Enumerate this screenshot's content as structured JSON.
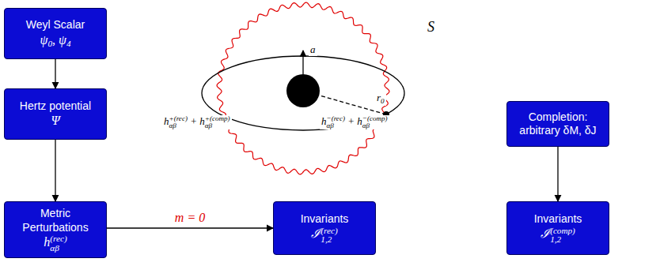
{
  "diagram": {
    "nodes": [
      {
        "text": [
          "Weyl Scalar",
          "ψ0, ψ4"
        ]
      },
      {
        "text": [
          "Hertz potential",
          "Ψ"
        ]
      },
      {
        "text": [
          "Metric Perturbations",
          "h(rec)αβ"
        ]
      },
      {
        "text": [
          "Invariants",
          "ℐ(rec)1,2"
        ]
      },
      {
        "text": [
          "Completion: arbitrary δM, δJ"
        ]
      },
      {
        "text": [
          "Invariants",
          "ℐ(comp)1,2"
        ]
      }
    ],
    "edges": [
      {
        "from": 0,
        "to": 1,
        "arrow": "to"
      },
      {
        "from": 1,
        "to": 2,
        "arrow": "to"
      },
      {
        "from": 2,
        "to": 3,
        "label": "m = 0",
        "arrow": "to"
      },
      {
        "from": 4,
        "to": 5,
        "arrow": "to"
      }
    ],
    "labels": [
      "S",
      "a",
      "r0",
      "h+(rec)αβ + h+(comp)αβ",
      "h−(rec)αβ + h−(comp)αβ"
    ]
  }
}
